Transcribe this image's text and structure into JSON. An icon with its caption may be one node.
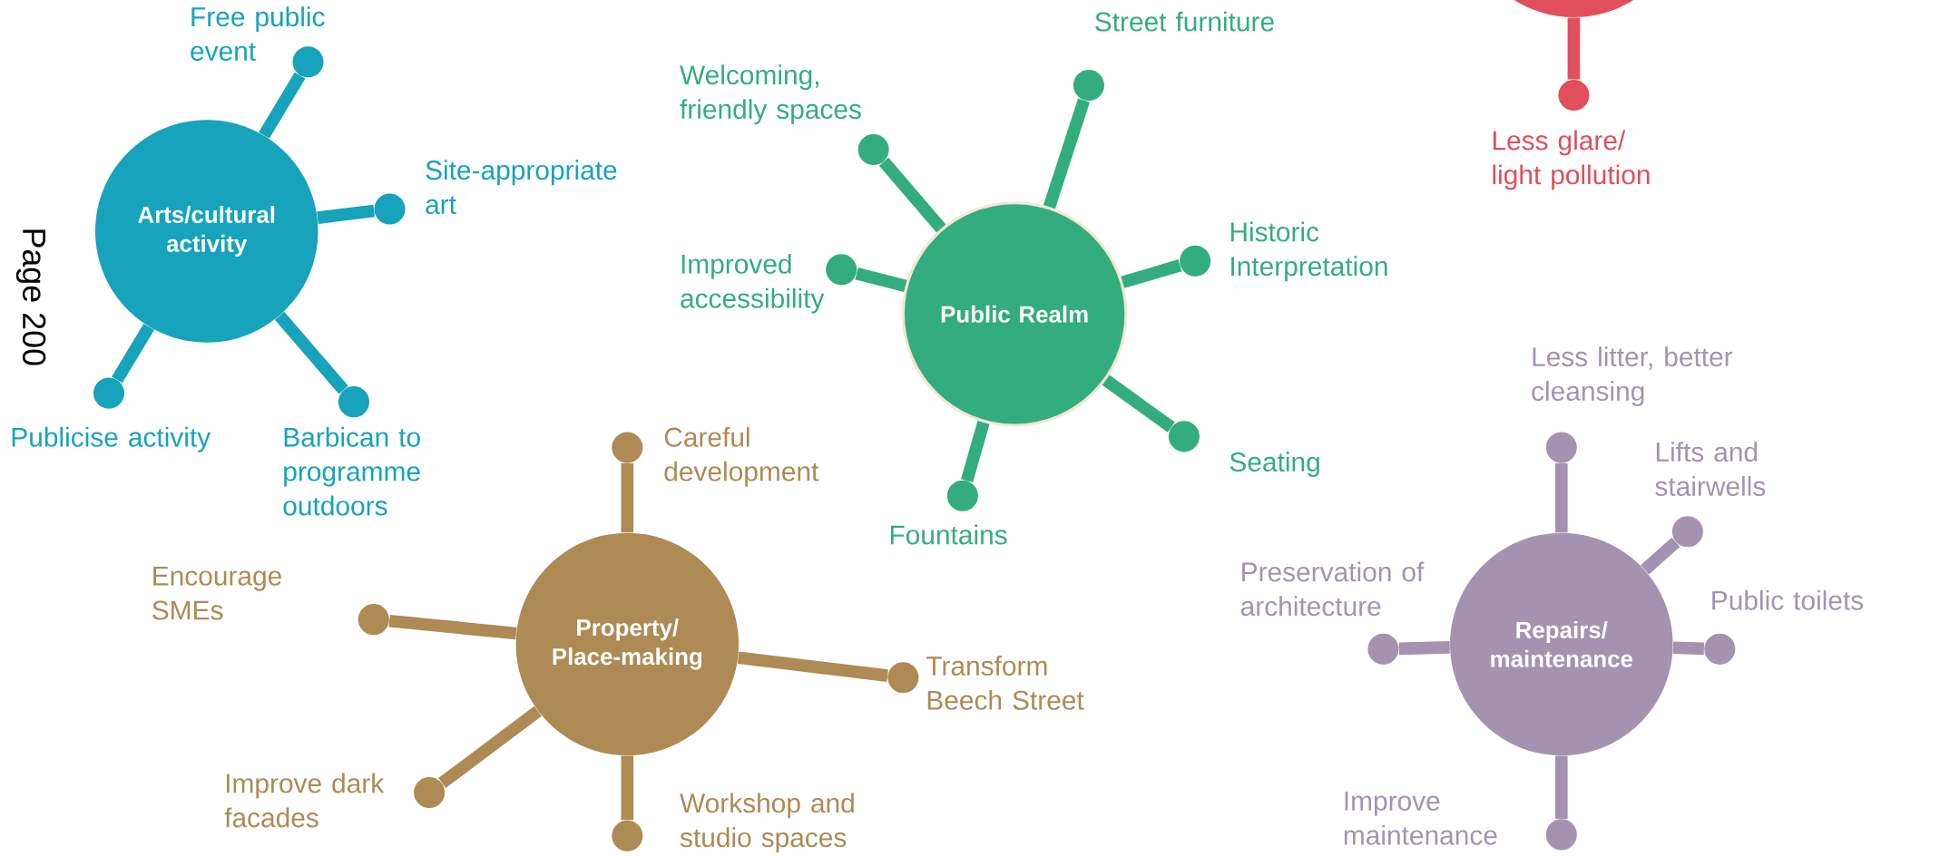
{
  "diagram": {
    "nodes": [
      {
        "text": [
          "Arts/cultural activity"
        ]
      },
      {
        "text": [],
        "shape": "circle",
        "beside": [
          "Free public event"
        ]
      },
      {
        "text": [],
        "shape": "circle",
        "beside": [
          "Site-appropriate art"
        ]
      },
      {
        "text": [],
        "shape": "circle",
        "beside": [
          "Publicise activity"
        ]
      },
      {
        "text": [],
        "shape": "circle",
        "beside": [
          "Barbican to programme outdoors"
        ]
      },
      {
        "text": [
          "Public Realm"
        ]
      },
      {
        "text": [],
        "shape": "circle",
        "beside": [
          "Street furniture"
        ]
      },
      {
        "text": [],
        "shape": "circle",
        "beside": [
          "Welcoming, friendly spaces"
        ]
      },
      {
        "text": [],
        "shape": "circle",
        "beside": [
          "Historic Interpretation"
        ]
      },
      {
        "text": [],
        "shape": "circle",
        "beside": [
          "Improved accessibility"
        ]
      },
      {
        "text": [],
        "shape": "circle",
        "beside": [
          "Seating"
        ]
      },
      {
        "text": [],
        "shape": "circle",
        "beside": [
          "Fountains"
        ]
      },
      {
        "text": [],
        "shape": "circle"
      },
      {
        "text": [],
        "shape": "circle",
        "beside": [
          "Less glare/ light pollution"
        ]
      },
      {
        "text": [
          "Property/ Place-making"
        ]
      },
      {
        "text": [],
        "shape": "circle",
        "beside": [
          "Careful development"
        ]
      },
      {
        "text": [],
        "shape": "circle",
        "beside": [
          "Encourage SMEs"
        ]
      },
      {
        "text": [],
        "shape": "circle",
        "beside": [
          "Transform Beech Street"
        ]
      },
      {
        "text": [],
        "shape": "circle",
        "beside": [
          "Improve dark facades"
        ]
      },
      {
        "text": [],
        "shape": "circle",
        "beside": [
          "Workshop and studio spaces"
        ]
      },
      {
        "text": [
          "Repairs/ maintenance"
        ]
      },
      {
        "text": [],
        "shape": "circle",
        "beside": [
          "Less litter, better cleansing"
        ]
      },
      {
        "text": [],
        "shape": "circle",
        "beside": [
          "Lifts and stairwells"
        ]
      },
      {
        "text": [],
        "shape": "circle",
        "beside": [
          "Preservation of architecture"
        ]
      },
      {
        "text": [],
        "shape": "circle",
        "beside": [
          "Public toilets"
        ]
      },
      {
        "text": [],
        "shape": "circle",
        "beside": [
          "Improve maintenance"
        ]
      }
    ],
    "edges": [
      {
        "from": 0,
        "to": 1,
        "arrow": "none",
        "color": "#16a3bb"
      },
      {
        "from": 0,
        "to": 2,
        "arrow": "none",
        "color": "#16a3bb"
      },
      {
        "from": 0,
        "to": 3,
        "arrow": "none",
        "color": "#16a3bb"
      },
      {
        "from": 0,
        "to": 4,
        "arrow": "none",
        "color": "#16a3bb"
      },
      {
        "from": 5,
        "to": 6,
        "arrow": "none"
      },
      {
        "from": 5,
        "to": 7,
        "arrow": "none"
      },
      {
        "from": 5,
        "to": 8,
        "arrow": "none"
      },
      {
        "from": 5,
        "to": 9,
        "arrow": "none"
      },
      {
        "from": 5,
        "to": 10,
        "arrow": "none"
      },
      {
        "from": 5,
        "to": 11,
        "arrow": "none"
      },
      {
        "from": 12,
        "to": 13,
        "arrow": "none",
        "color": "#e04f5b"
      },
      {
        "from": 14,
        "to": 15,
        "arrow": "none",
        "color": "#ae8a55"
      },
      {
        "from": 14,
        "to": 16,
        "arrow": "none",
        "color": "#ae8a55"
      },
      {
        "from": 14,
        "to": 17,
        "arrow": "none",
        "color": "#ae8a55"
      },
      {
        "from": 14,
        "to": 18,
        "arrow": "none",
        "color": "#ae8a55"
      },
      {
        "from": 14,
        "to": 19,
        "arrow": "none",
        "color": "#ae8a55"
      },
      {
        "from": 20,
        "to": 21,
        "arrow": "none",
        "color": "#a393b0"
      },
      {
        "from": 20,
        "to": 22,
        "arrow": "none",
        "color": "#a393b0"
      },
      {
        "from": 20,
        "to": 23,
        "arrow": "none",
        "color": "#a393b0"
      },
      {
        "from": 20,
        "to": 24,
        "arrow": "none",
        "color": "#a393b0"
      },
      {
        "from": 20,
        "to": 25,
        "arrow": "none",
        "color": "#a393b0"
      }
    ],
    "labels": [
      "Page 200"
    ]
  }
}
